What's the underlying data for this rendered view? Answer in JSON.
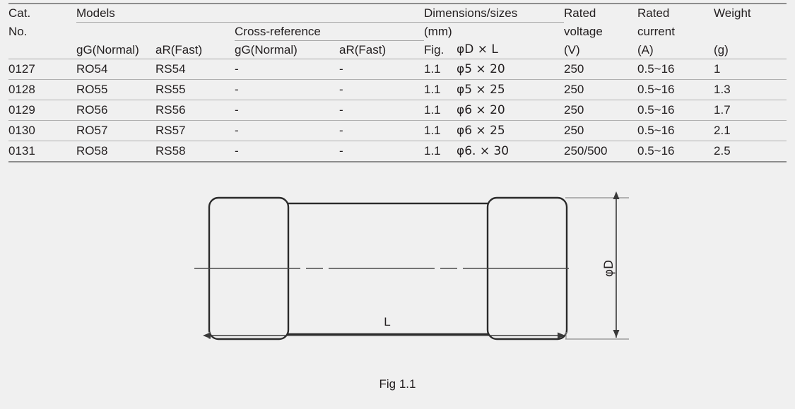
{
  "table": {
    "headers": {
      "cat_no_line1": "Cat.",
      "cat_no_line2": "No.",
      "models_group": "Models",
      "cross_reference_group": "Cross-reference",
      "dimensions_group_line1": "Dimensions/sizes",
      "dimensions_group_line2": "(mm)",
      "models_gg": "gG(Normal)",
      "models_ar": "aR(Fast)",
      "xref_gg": "gG(Normal)",
      "xref_ar": "aR(Fast)",
      "fig": "Fig.",
      "phi_d_x_l": "φD × L",
      "rated_voltage_line1": "Rated",
      "rated_voltage_line2": "voltage",
      "rated_voltage_unit": "(V)",
      "rated_current_line1": "Rated",
      "rated_current_line2": "current",
      "rated_current_unit": "(A)",
      "weight_line1": "Weight",
      "weight_unit": "(g)"
    },
    "rows": [
      {
        "cat_no": "0127",
        "models_gg": "RO54",
        "models_ar": "RS54",
        "xref_gg": "-",
        "xref_ar": "-",
        "fig": "1.1",
        "size": "φ5 × 20",
        "rated_voltage": "250",
        "rated_current": "0.5~16",
        "weight": "1"
      },
      {
        "cat_no": "0128",
        "models_gg": "RO55",
        "models_ar": "RS55",
        "xref_gg": "-",
        "xref_ar": "-",
        "fig": "1.1",
        "size": "φ5 × 25",
        "rated_voltage": "250",
        "rated_current": "0.5~16",
        "weight": "1.3"
      },
      {
        "cat_no": "0129",
        "models_gg": "RO56",
        "models_ar": "RS56",
        "xref_gg": "-",
        "xref_ar": "-",
        "fig": "1.1",
        "size": "φ6 × 20",
        "rated_voltage": "250",
        "rated_current": "0.5~16",
        "weight": "1.7"
      },
      {
        "cat_no": "0130",
        "models_gg": "RO57",
        "models_ar": "RS57",
        "xref_gg": "-",
        "xref_ar": "-",
        "fig": "1.1",
        "size": "φ6 × 25",
        "rated_voltage": "250",
        "rated_current": "0.5~16",
        "weight": "2.1"
      },
      {
        "cat_no": "0131",
        "models_gg": "RO58",
        "models_ar": "RS58",
        "xref_gg": "-",
        "xref_ar": "-",
        "fig": "1.1",
        "size": "φ6. × 30",
        "rated_voltage": "250/500",
        "rated_current": "0.5~16",
        "weight": "2.5"
      }
    ]
  },
  "figure": {
    "caption": "Fig 1.1",
    "diameter_label": "φD",
    "length_label": "L"
  },
  "colors": {
    "background": "#f0f0f0",
    "text": "#231f20",
    "rule_heavy": "#8d8d8d",
    "rule_light": "#b0b0b0",
    "drawing_stroke": "#2b2b2b",
    "dimension_stroke": "#4a4a4a"
  }
}
